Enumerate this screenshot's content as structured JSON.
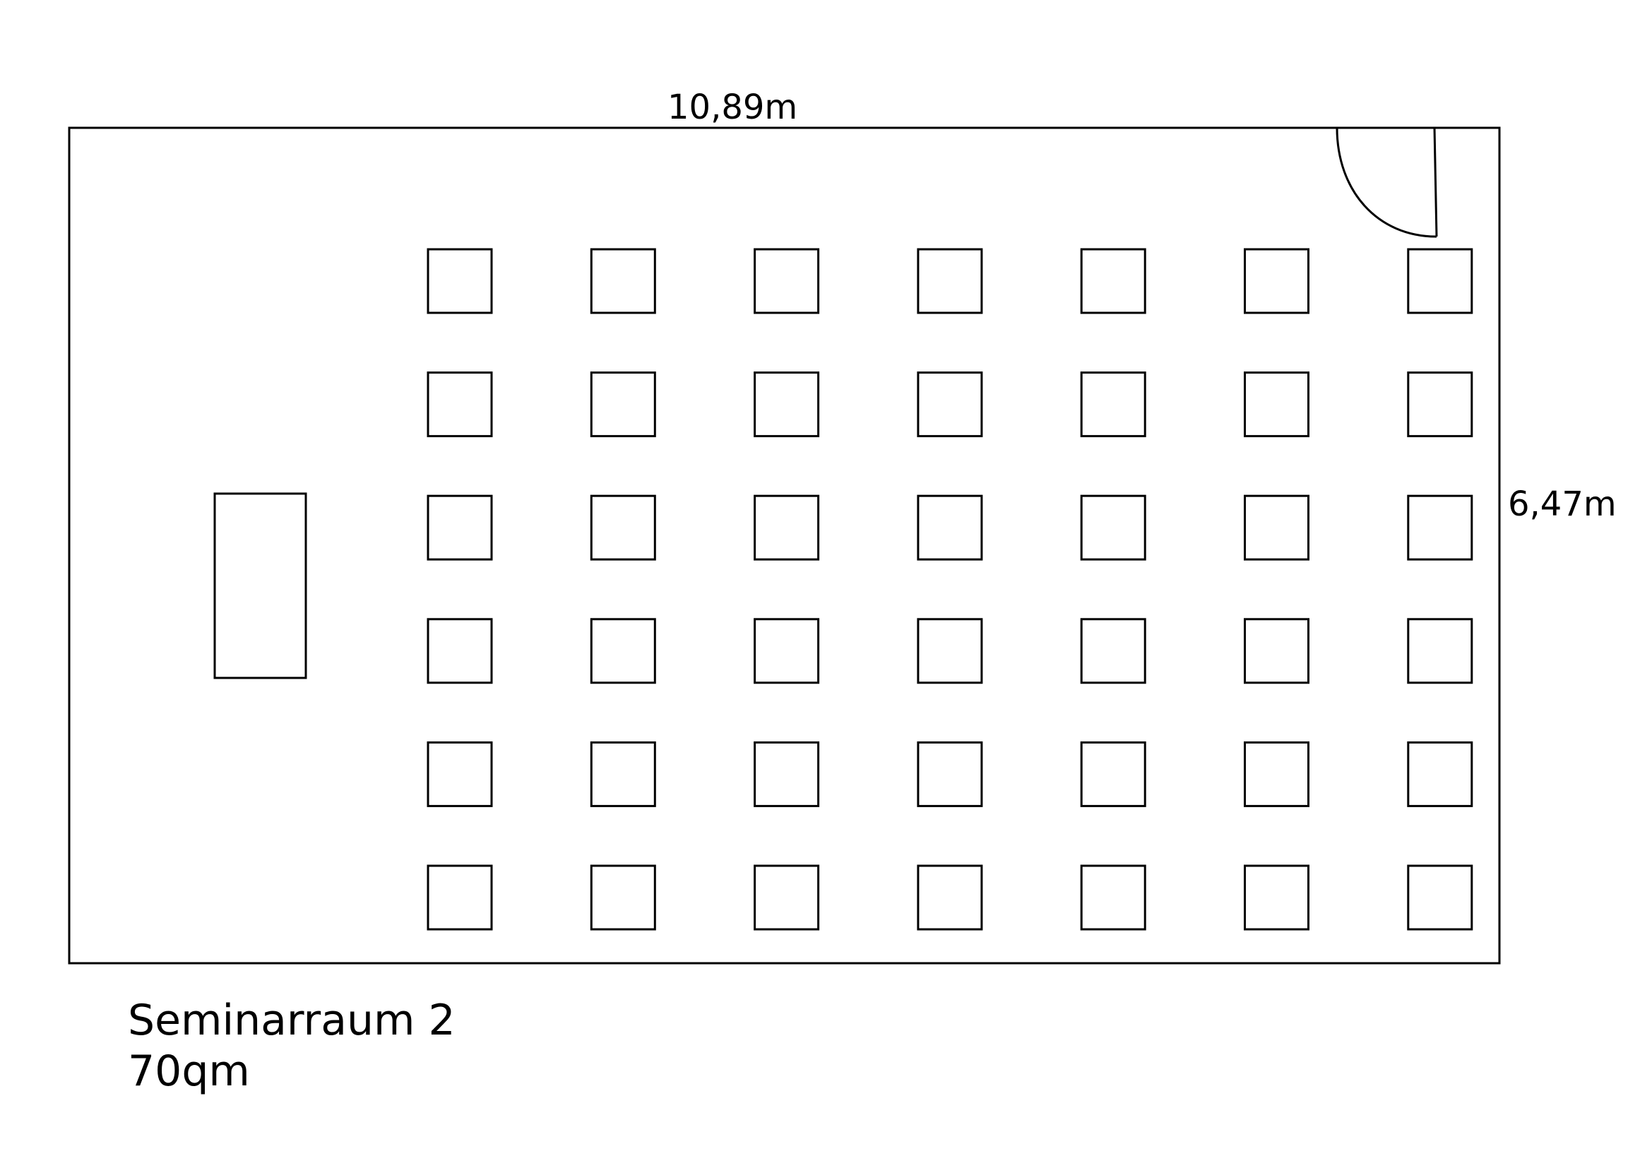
{
  "room": {
    "name": "Seminarraum 2",
    "area": "70qm",
    "width_label": "10,89m",
    "height_label": "6,47m"
  },
  "layout": {
    "desk_rows": 6,
    "desk_columns": 7
  },
  "colors": {
    "line": "#000000",
    "background": "#ffffff"
  }
}
